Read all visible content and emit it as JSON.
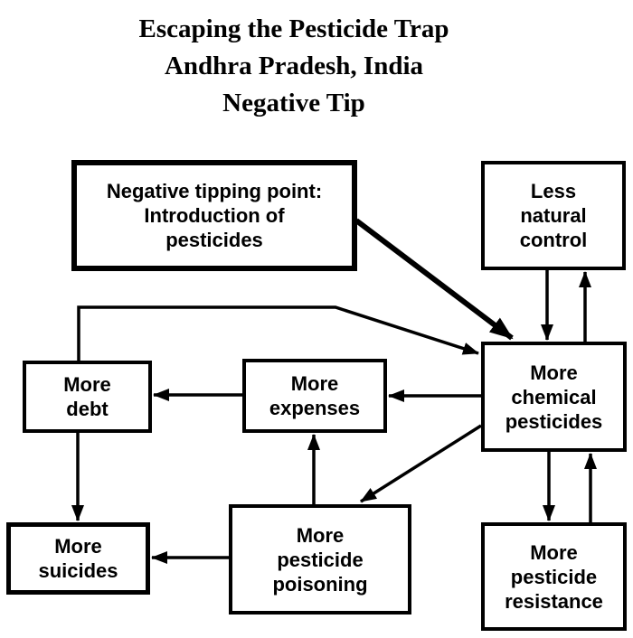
{
  "title": {
    "lines": [
      "Escaping the Pesticide Trap",
      "Andhra Pradesh, India",
      "Negative Tip"
    ]
  },
  "diagram": {
    "nodes": [
      {
        "id": "tipping-point",
        "label": "Negative tipping point:\nIntroduction of\npesticides",
        "border": "thick"
      },
      {
        "id": "less-natural-control",
        "label": "Less\nnatural\ncontrol",
        "border": "normal"
      },
      {
        "id": "more-chemical-pesticides",
        "label": "More\nchemical\npesticides",
        "border": "normal"
      },
      {
        "id": "more-debt",
        "label": "More\ndebt",
        "border": "normal"
      },
      {
        "id": "more-expenses",
        "label": "More\nexpenses",
        "border": "normal"
      },
      {
        "id": "more-suicides",
        "label": "More\nsuicides",
        "border": "medium"
      },
      {
        "id": "more-pesticide-poisoning",
        "label": "More\npesticide\npoisoning",
        "border": "normal"
      },
      {
        "id": "more-pesticide-resistance",
        "label": "More\npesticide\nresistance",
        "border": "normal"
      }
    ],
    "edges": [
      {
        "from": "tipping-point",
        "to": "more-chemical-pesticides",
        "style": "thick"
      },
      {
        "from": "more-debt",
        "to": "more-chemical-pesticides",
        "style": "normal"
      },
      {
        "from": "less-natural-control",
        "to": "more-chemical-pesticides",
        "style": "normal"
      },
      {
        "from": "more-chemical-pesticides",
        "to": "less-natural-control",
        "style": "normal"
      },
      {
        "from": "more-chemical-pesticides",
        "to": "more-expenses",
        "style": "normal"
      },
      {
        "from": "more-expenses",
        "to": "more-debt",
        "style": "normal"
      },
      {
        "from": "more-debt",
        "to": "more-suicides",
        "style": "normal"
      },
      {
        "from": "more-chemical-pesticides",
        "to": "more-pesticide-poisoning",
        "style": "normal"
      },
      {
        "from": "more-pesticide-poisoning",
        "to": "more-expenses",
        "style": "normal"
      },
      {
        "from": "more-pesticide-poisoning",
        "to": "more-suicides",
        "style": "normal"
      },
      {
        "from": "more-chemical-pesticides",
        "to": "more-pesticide-resistance",
        "style": "normal"
      },
      {
        "from": "more-pesticide-resistance",
        "to": "more-chemical-pesticides",
        "style": "normal"
      }
    ],
    "colors": {
      "line": "#000000",
      "background": "#ffffff",
      "text": "#000000"
    }
  }
}
